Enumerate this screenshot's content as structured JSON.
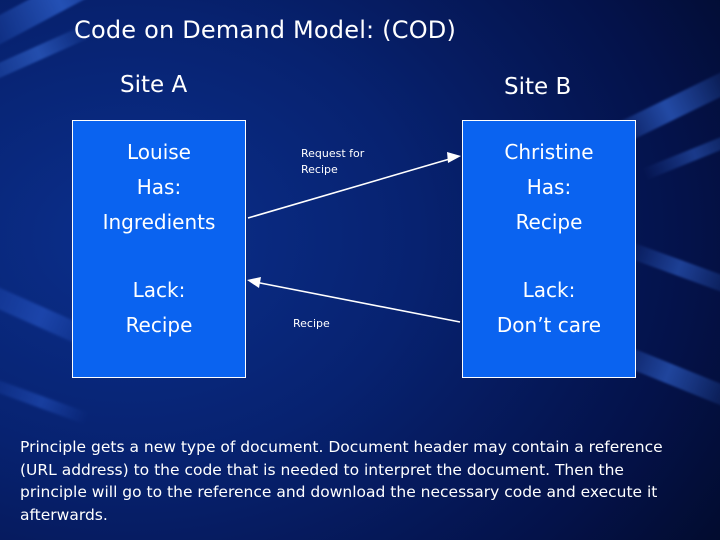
{
  "slide": {
    "title": "Code on Demand Model: (COD)",
    "site_a_label": "Site A",
    "site_b_label": "Site B",
    "box_a": {
      "top_text": "Louise\nHas:\nIngredients",
      "bottom_text": "Lack:\nRecipe"
    },
    "box_b": {
      "top_text": "Christine\nHas:\nRecipe",
      "bottom_text": "Lack:\nDon’t care"
    },
    "arrows": [
      {
        "name": "request-arrow",
        "label": "Request for\nRecipe",
        "direction": "a-to-b"
      },
      {
        "name": "recipe-arrow",
        "label": "Recipe",
        "direction": "b-to-a"
      }
    ],
    "body_text": "Principle gets a new type of document. Document header may contain a reference (URL address) to the code that is needed to interpret the document. Then the principle will go to the reference and download the necessary code and execute it afterwards.",
    "colors": {
      "background_deep": "#01081f",
      "background_mid": "#072270",
      "box_fill": "#0a63f0",
      "box_border": "#ffffff",
      "text": "#ffffff"
    }
  }
}
